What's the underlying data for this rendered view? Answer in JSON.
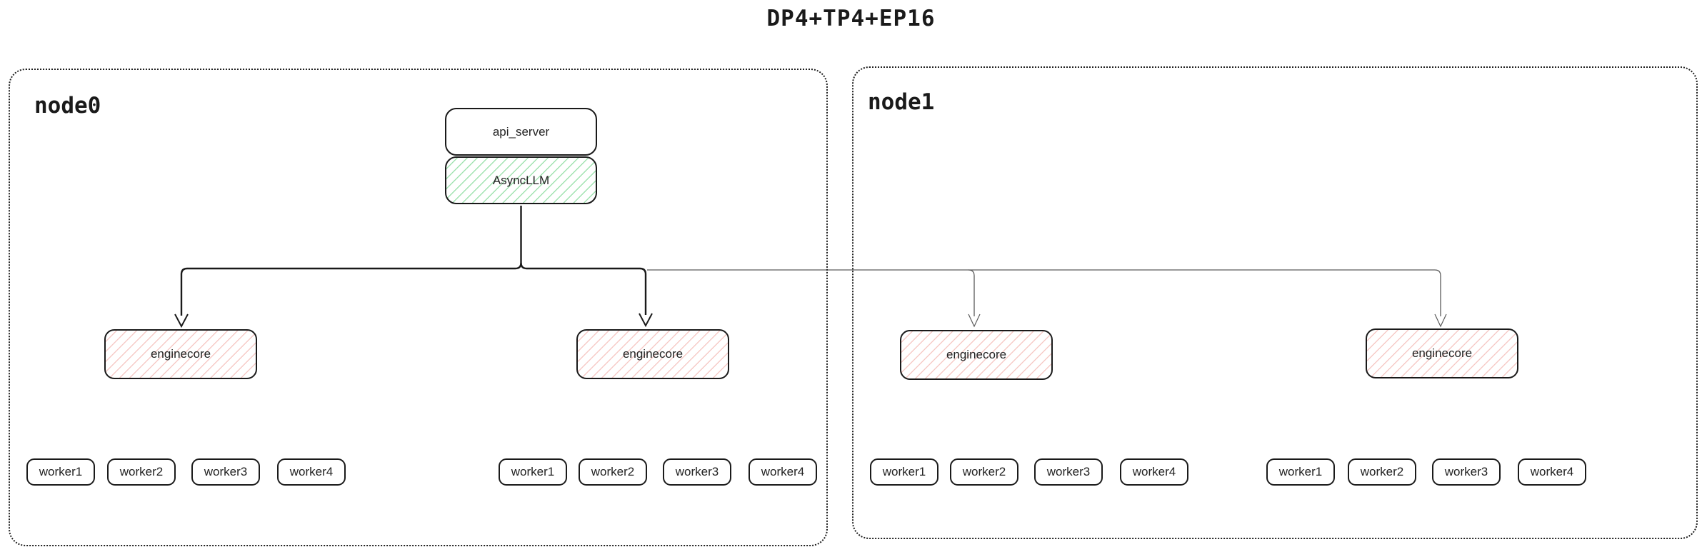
{
  "title": "DP4+TP4+EP16",
  "colors": {
    "line": "#1a1a1a",
    "thin_line": "#5a5a5a",
    "green_hatch": "#6ed386",
    "red_hatch": "#ec8a82",
    "border": "#1a1a1a",
    "background": "#ffffff"
  },
  "nodes": [
    {
      "label": "node0"
    },
    {
      "label": "node1"
    }
  ],
  "api_server": {
    "label": "api_server"
  },
  "async_llm": {
    "label": "AsyncLLM"
  },
  "enginecores": [
    {
      "label": "enginecore"
    },
    {
      "label": "enginecore"
    },
    {
      "label": "enginecore"
    },
    {
      "label": "enginecore"
    }
  ],
  "worker_groups": [
    [
      "worker1",
      "worker2",
      "worker3",
      "worker4"
    ],
    [
      "worker1",
      "worker2",
      "worker3",
      "worker4"
    ],
    [
      "worker1",
      "worker2",
      "worker3",
      "worker4"
    ],
    [
      "worker1",
      "worker2",
      "worker3",
      "worker4"
    ]
  ]
}
